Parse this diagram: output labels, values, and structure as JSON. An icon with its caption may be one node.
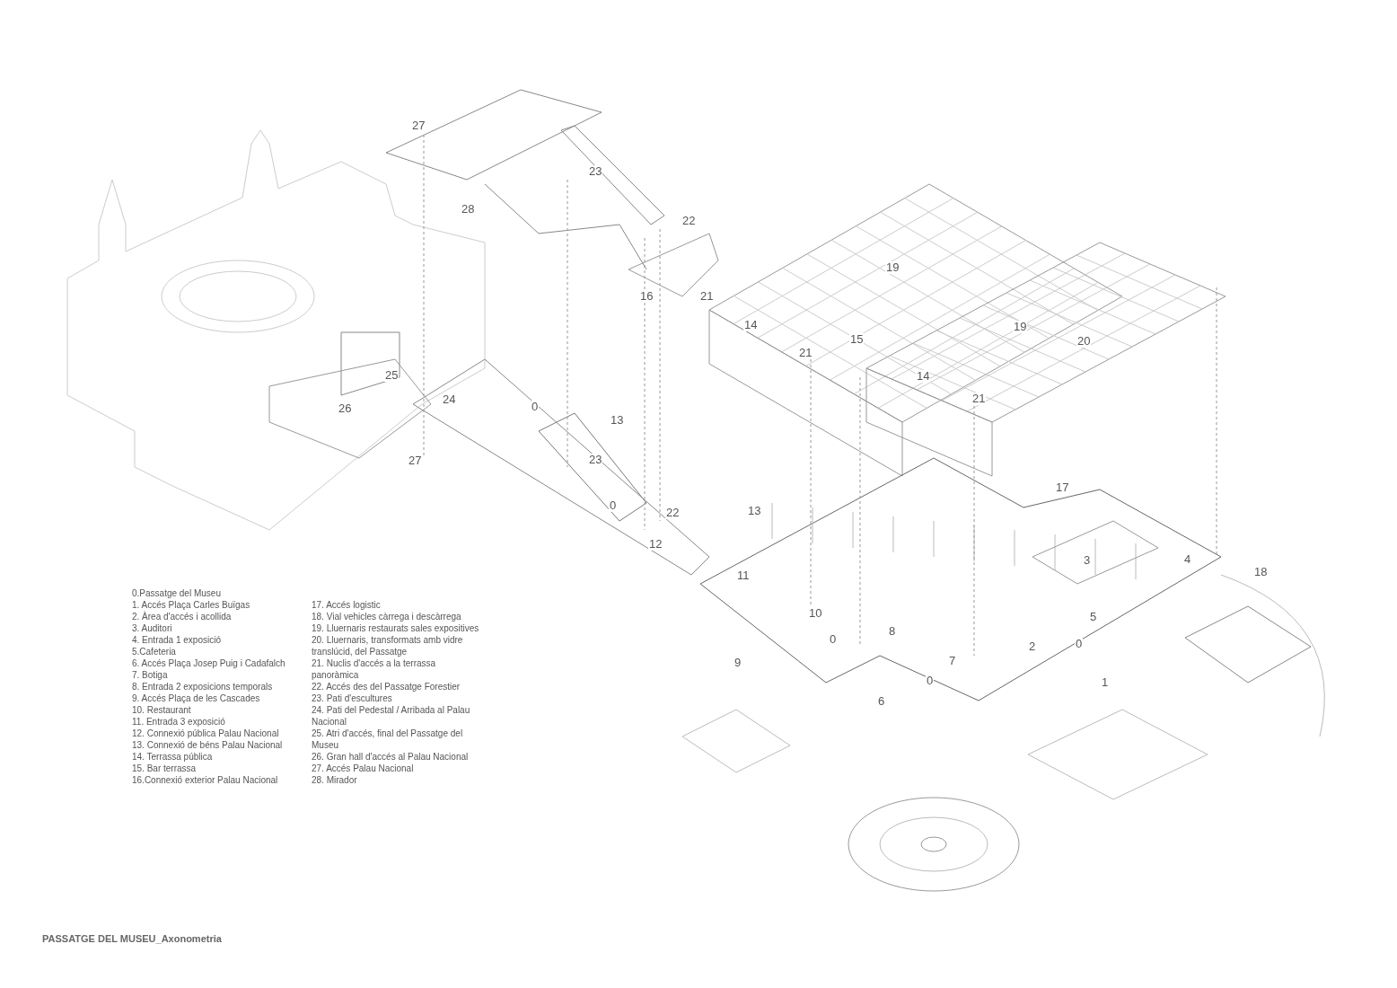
{
  "diagram": {
    "caption": "PASSATGE DEL MUSEU_Axonometria",
    "labels": [
      "27",
      "23",
      "28",
      "22",
      "19",
      "16",
      "21",
      "14",
      "19",
      "15",
      "20",
      "21",
      "25",
      "14",
      "26",
      "24",
      "0",
      "21",
      "13",
      "27",
      "23",
      "17",
      "0",
      "22",
      "13",
      "12",
      "11",
      "3",
      "4",
      "18",
      "10",
      "5",
      "8",
      "0",
      "2",
      "0",
      "9",
      "7",
      "0",
      "1",
      "6",
      "0.Passatge del Museu",
      "1. Accés Plaça Carles Buïgas",
      "2. Àrea d'accés i acollida",
      "3. Auditori",
      "4. Entrada 1 exposició",
      "5.Cafeteria",
      "6. Accés Plaça Josep Puig i Cadafalch",
      "7. Botiga",
      "8. Entrada 2 exposicions temporals",
      "9. Accés Plaça de les Cascades",
      "10. Restaurant",
      "11. Entrada 3 exposició",
      "12. Connexió pública Palau Nacional",
      "13. Connexió de béns Palau Nacional",
      "14. Terrassa pública",
      "15. Bar terrassa",
      "16.Connexió exterior Palau Nacional",
      "17. Accés logistic",
      "18. Vial vehicles càrrega i descàrrega",
      "19. Lluernaris restaurats sales expositives",
      "20. Lluernaris, transformats amb vidre translúcid, del Passatge",
      "21. Nuclis d'accés a la terrassa panoràmica",
      "22. Accés des del Passatge Forestier",
      "23. Pati d'escultures",
      "24. Pati del Pedestal / Arribada al Palau Nacional",
      "25. Atri d'accés, final del Passatge del Museu",
      "26. Gran hall d'accés al Palau Nacional",
      "27. Accés Palau Nacional",
      "28. Mirador"
    ]
  }
}
